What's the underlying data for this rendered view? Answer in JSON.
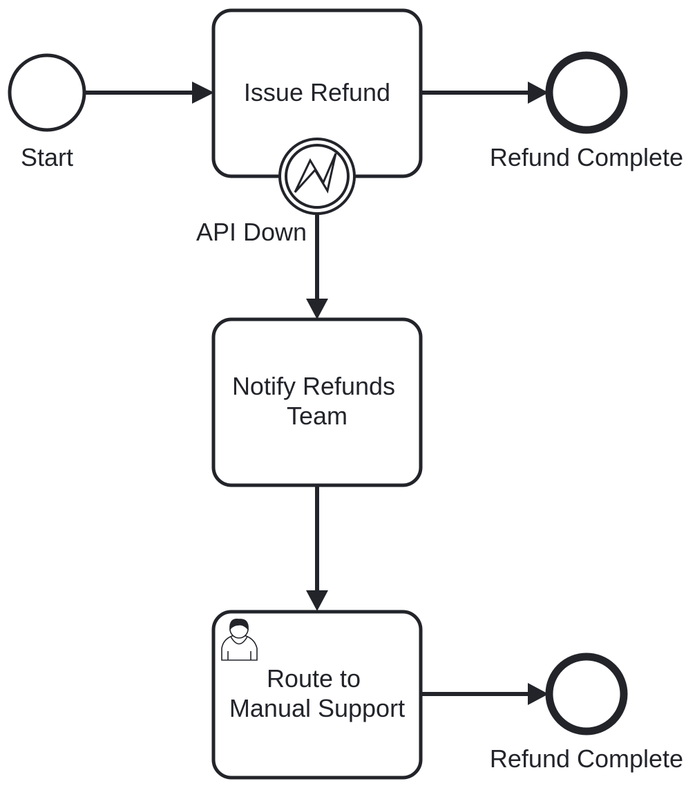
{
  "diagram": {
    "start_label": "Start",
    "issue_refund_label": "Issue Refund",
    "refund_complete_top_label": "Refund Complete",
    "boundary_error_label": "API Down",
    "notify_task_label": [
      "Notify Refunds",
      "Team"
    ],
    "route_task_label": [
      "Route to",
      "Manual Support"
    ],
    "refund_complete_bottom_label": "Refund Complete"
  },
  "colors": {
    "stroke": "#22242a",
    "background": "#ffffff"
  },
  "icons": {
    "boundary_event": "error-lightning-icon",
    "user_task": "user-icon"
  }
}
